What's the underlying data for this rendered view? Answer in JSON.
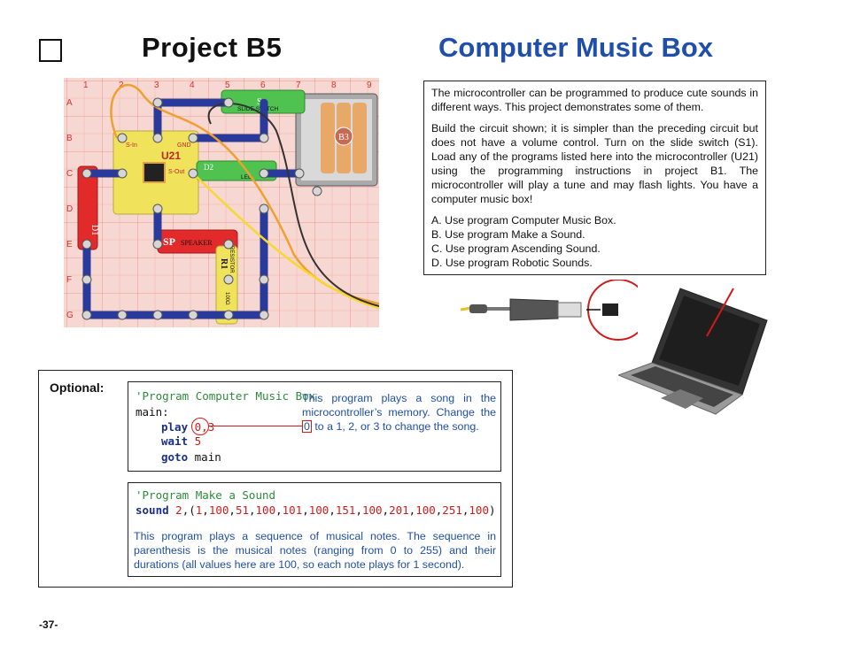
{
  "header": {
    "project_number": "Project  B5",
    "project_title": "Computer Music Box"
  },
  "description": {
    "p1": "The microcontroller can be programmed to produce cute sounds in different ways. This project demonstrates some of them.",
    "p2": "Build  the circuit shown; it is simpler than the preceding circuit but does not have a volume control. Turn on the slide switch (S1). Load any of the programs listed here into the microcontroller (U21) using the programming instructions in project B1. The microcontroller will play a tune and may flash lights. You have a computer music box!",
    "steps": [
      "A. Use program Computer Music Box.",
      "B. Use program Make a Sound.",
      "C. Use program Ascending Sound.",
      "D. Use program Robotic Sounds."
    ]
  },
  "board": {
    "columns": [
      "1",
      "2",
      "3",
      "4",
      "5",
      "6",
      "7",
      "8",
      "9"
    ],
    "rows": [
      "A",
      "B",
      "C",
      "D",
      "E",
      "F",
      "G"
    ],
    "parts": {
      "u21": "U21",
      "s1": "S1",
      "slide_switch": "SLIDE SWITCH",
      "b3": "B3",
      "d2": "D2",
      "led": "LED",
      "d1": "D1",
      "sp": "SP",
      "speaker": "SPEAKER",
      "r1": "R1",
      "resistor": "RESISTOR",
      "ohm": "100Ω",
      "s_in": "S-In",
      "gnd": "GND",
      "s_out": "S-Out"
    }
  },
  "optional": {
    "label": "Optional:",
    "program1": {
      "comment": "'Program Computer Music Box",
      "main": "main:",
      "play_kw": "play",
      "play_args_a": "0",
      "play_args_b": ",3",
      "wait_kw": "wait",
      "wait_arg": "5",
      "goto_kw": "goto",
      "goto_arg": "main",
      "note_before": "This program plays a song in the microcontroller’s memory. Change the",
      "note_zero": "0",
      "note_after": "to a 1, 2, or 3 to change the song."
    },
    "program2": {
      "comment": "'Program Make a Sound",
      "sound_kw": "sound",
      "sound_args": [
        {
          "t": "2",
          "c": "num"
        },
        {
          "t": ",(",
          "c": "plain"
        },
        {
          "t": "1",
          "c": "num"
        },
        {
          "t": ",",
          "c": "plain"
        },
        {
          "t": "100",
          "c": "num"
        },
        {
          "t": ",",
          "c": "plain"
        },
        {
          "t": "51",
          "c": "num"
        },
        {
          "t": ",",
          "c": "plain"
        },
        {
          "t": "100",
          "c": "num"
        },
        {
          "t": ",",
          "c": "plain"
        },
        {
          "t": "101",
          "c": "num"
        },
        {
          "t": ",",
          "c": "plain"
        },
        {
          "t": "100",
          "c": "num"
        },
        {
          "t": ",",
          "c": "plain"
        },
        {
          "t": "151",
          "c": "num"
        },
        {
          "t": ",",
          "c": "plain"
        },
        {
          "t": "100",
          "c": "num"
        },
        {
          "t": ",",
          "c": "plain"
        },
        {
          "t": "201",
          "c": "num"
        },
        {
          "t": ",",
          "c": "plain"
        },
        {
          "t": "100",
          "c": "num"
        },
        {
          "t": ",",
          "c": "plain"
        },
        {
          "t": "251",
          "c": "num"
        },
        {
          "t": ",",
          "c": "plain"
        },
        {
          "t": "100",
          "c": "num"
        },
        {
          "t": ")",
          "c": "plain"
        }
      ],
      "note": "This program plays a sequence of musical notes. The sequence in parenthesis is the musical notes (ranging from 0 to 255) and their durations (all values here are 100, so each note plays for 1 second)."
    }
  },
  "footer": {
    "page_number": "-37-"
  }
}
